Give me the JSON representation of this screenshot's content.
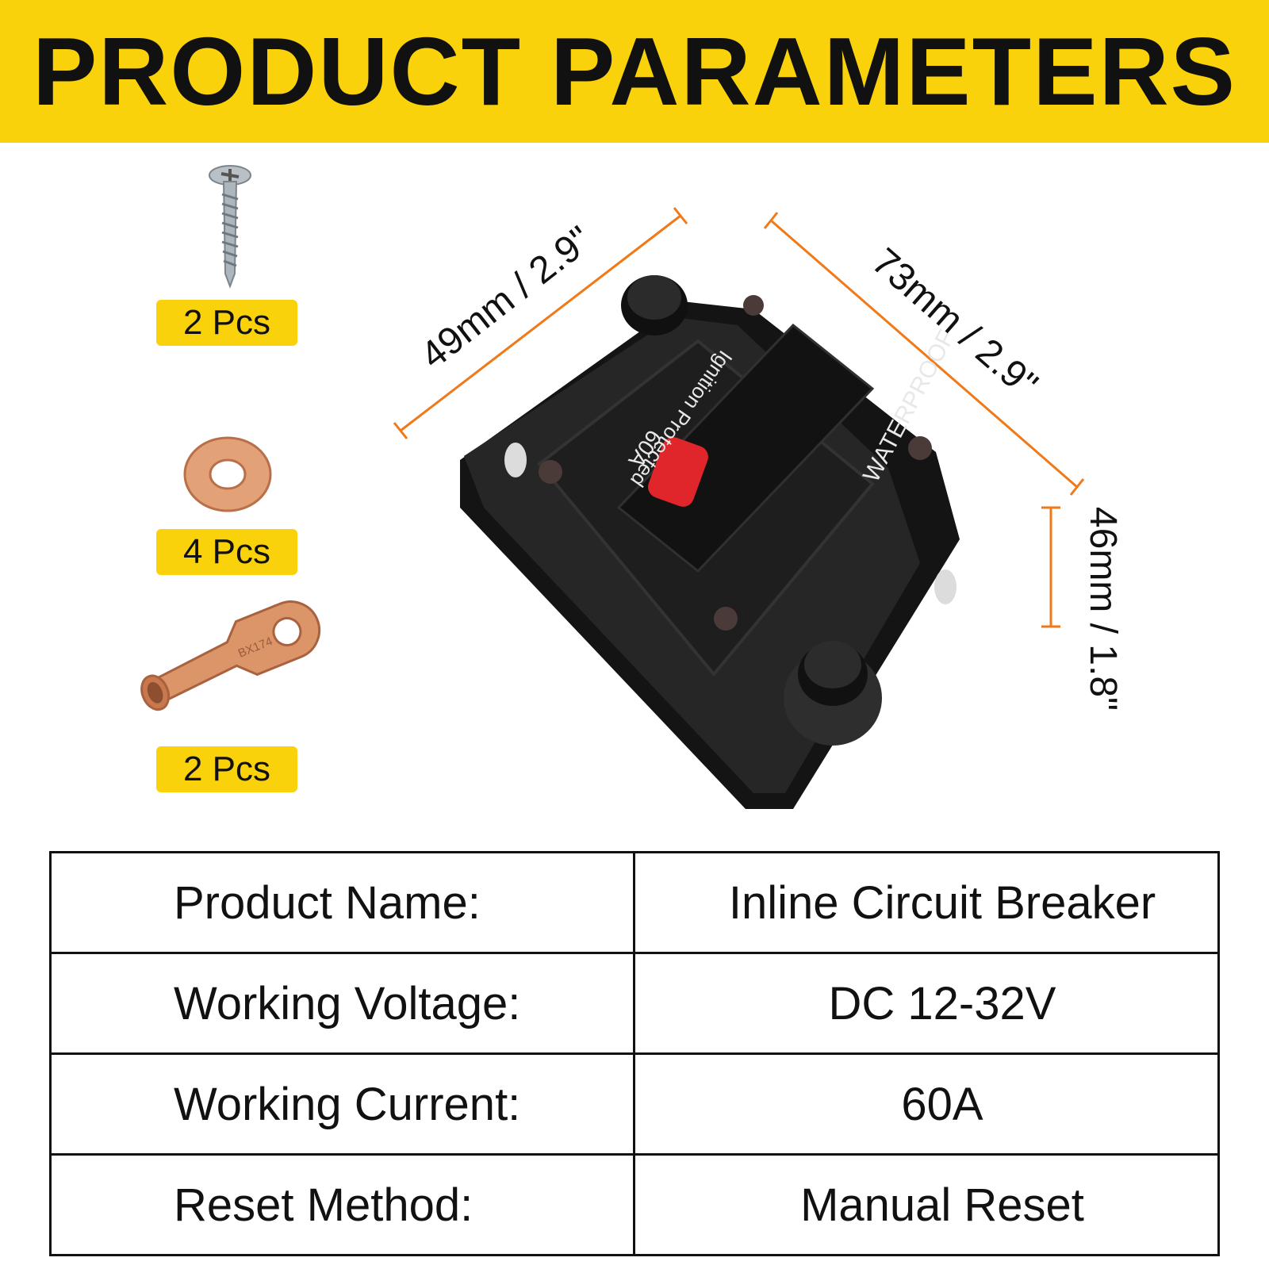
{
  "banner": {
    "title": "PRODUCT PARAMETERS"
  },
  "accessories": [
    {
      "icon": "screw-icon",
      "count": "2 Pcs"
    },
    {
      "icon": "copper-washer-icon",
      "count": "4 Pcs"
    },
    {
      "icon": "copper-ring-terminal-icon",
      "count": "2 Pcs",
      "stamp": "BX174"
    }
  ],
  "product": {
    "rating_label": "60A",
    "ignition_label": "Ignition Protected",
    "waterproof_label": "WATERPROOF",
    "dimensions": {
      "width": "49mm / 2.9\"",
      "length": "73mm / 2.9\"",
      "height": "46mm / 1.8\""
    }
  },
  "specs": [
    {
      "label": "Product Name:",
      "value": "Inline Circuit Breaker"
    },
    {
      "label": "Working Voltage:",
      "value": "DC 12-32V"
    },
    {
      "label": "Working Current:",
      "value": "60A"
    },
    {
      "label": "Reset Method:",
      "value": "Manual Reset"
    }
  ],
  "colors": {
    "banner": "#f9d20c",
    "dimension_line": "#f07a1a",
    "breaker_body": "#1c1c1c",
    "reset_button": "#e0262b",
    "copper": "#d98a5c"
  }
}
